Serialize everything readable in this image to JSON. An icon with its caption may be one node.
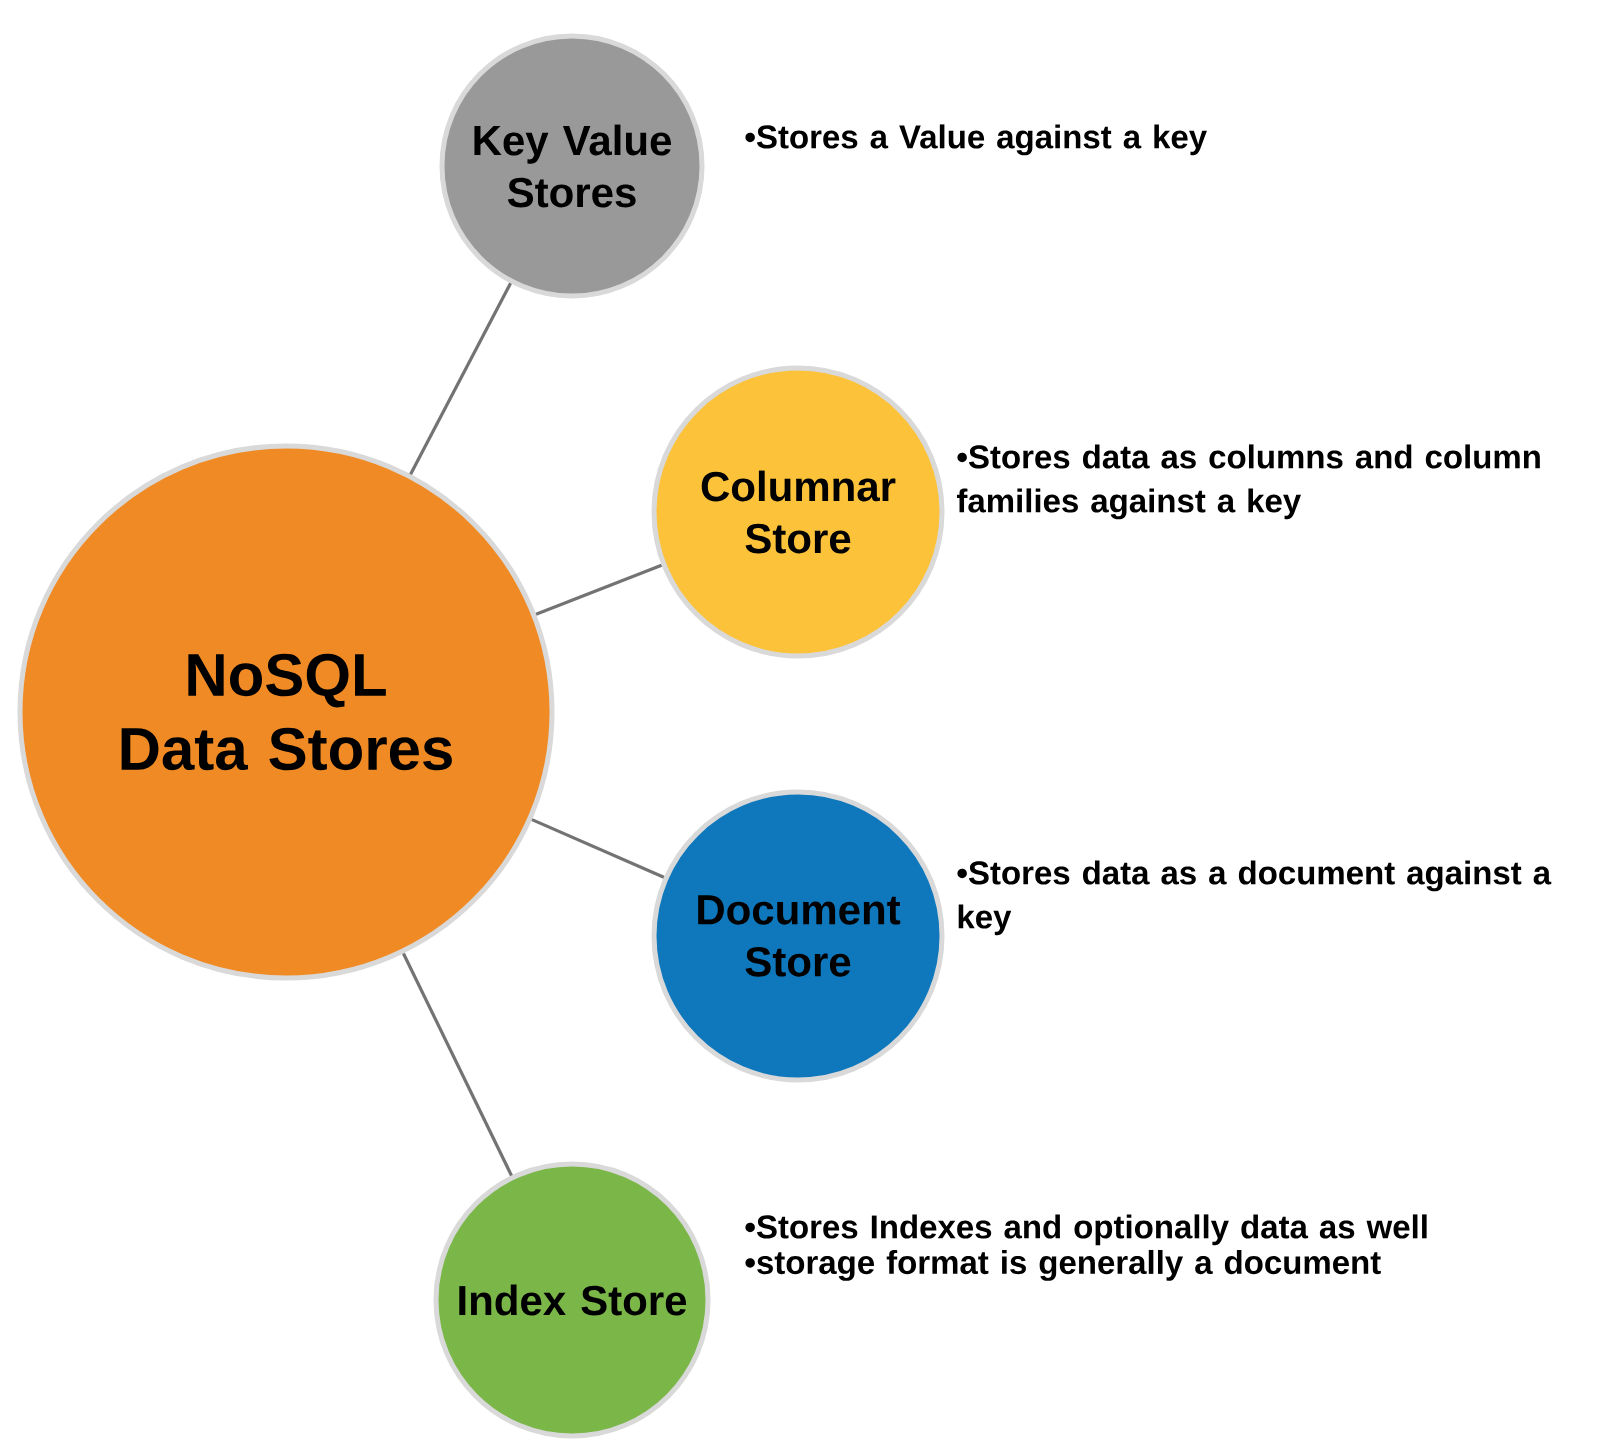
{
  "diagram": {
    "nodes": [
      {
        "text": [
          "NoSQL Data Stores"
        ]
      },
      {
        "text": [
          "Key Value Stores"
        ],
        "beside": [
          "•Stores a Value against a key"
        ]
      },
      {
        "text": [
          "Columnar Store"
        ],
        "beside": [
          "•Stores data as columns and column families against a key"
        ]
      },
      {
        "text": [
          "Document Store"
        ],
        "beside": [
          "•Stores data as a document against a key"
        ]
      },
      {
        "text": [
          "Index Store"
        ],
        "beside": [
          "•Stores Indexes and optionally data as well",
          "•storage format is generally a document"
        ]
      }
    ],
    "edges": [
      {
        "from": 0,
        "to": 1,
        "arrow": "none"
      },
      {
        "from": 0,
        "to": 2,
        "arrow": "none"
      },
      {
        "from": 0,
        "to": 3,
        "arrow": "none"
      },
      {
        "from": 0,
        "to": 4,
        "arrow": "none"
      }
    ]
  }
}
